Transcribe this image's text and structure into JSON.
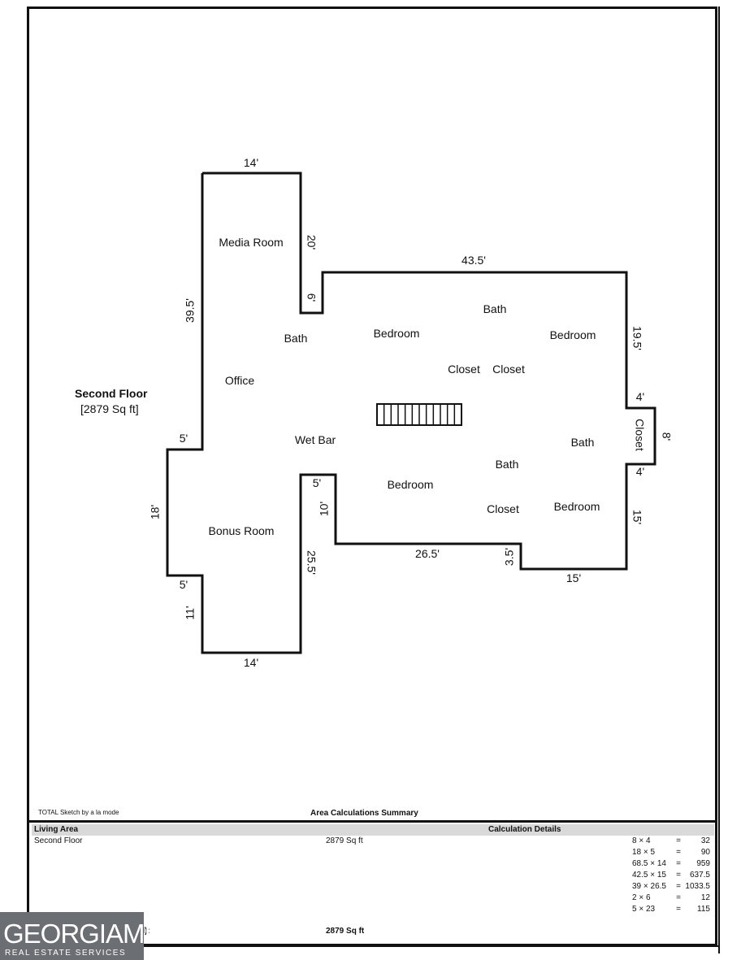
{
  "sketch": {
    "floor_title": "Second Floor",
    "floor_area": "[2879 Sq ft]",
    "rooms": {
      "media_room": "Media Room",
      "office": "Office",
      "bath_1": "Bath",
      "bedroom_1": "Bedroom",
      "bath_2": "Bath",
      "bedroom_2": "Bedroom",
      "closet_1": "Closet",
      "closet_2": "Closet",
      "wet_bar": "Wet Bar",
      "bath_3": "Bath",
      "closet_3": "Closet",
      "bath_4": "Bath",
      "bedroom_3": "Bedroom",
      "closet_4": "Closet",
      "bedroom_4": "Bedroom",
      "bonus_room": "Bonus Room"
    },
    "dims": {
      "top_14": "14'",
      "d_20": "20'",
      "d_43_5": "43.5'",
      "d_6": "6'",
      "d_39_5": "39.5'",
      "d_19_5": "19.5'",
      "d_4_top": "4'",
      "d_8": "8'",
      "d_4_bot": "4'",
      "d_5_top": "5'",
      "d_18": "18'",
      "d_5_mid": "5'",
      "d_10": "10'",
      "d_15_right": "15'",
      "d_26_5": "26.5'",
      "d_3_5": "3.5'",
      "d_15_bottom": "15'",
      "d_25_5": "25.5'",
      "d_5_bot": "5'",
      "d_11": "11'",
      "bottom_14": "14'"
    }
  },
  "footer": {
    "sketch_credit": "TOTAL Sketch by a la mode",
    "summary_title": "Area Calculations Summary",
    "living_area_header": "Living Area",
    "calc_details_header": "Calculation Details",
    "row_name": "Second Floor",
    "row_area": "2879 Sq ft",
    "calculations": [
      {
        "formula": "8 × 4",
        "result": "32"
      },
      {
        "formula": "18 × 5",
        "result": "90"
      },
      {
        "formula": "68.5 × 14",
        "result": "959"
      },
      {
        "formula": "42.5 × 15",
        "result": "637.5"
      },
      {
        "formula": "39 × 26.5",
        "result": "1033.5"
      },
      {
        "formula": "2 × 6",
        "result": "12"
      },
      {
        "formula": "5 × 23",
        "result": "115"
      }
    ],
    "total_label_visible": "d):",
    "total_value": "2879 Sq ft"
  },
  "logo": {
    "main": "GEORGIAMLS",
    "sub": "REAL ESTATE SERVICES"
  }
}
